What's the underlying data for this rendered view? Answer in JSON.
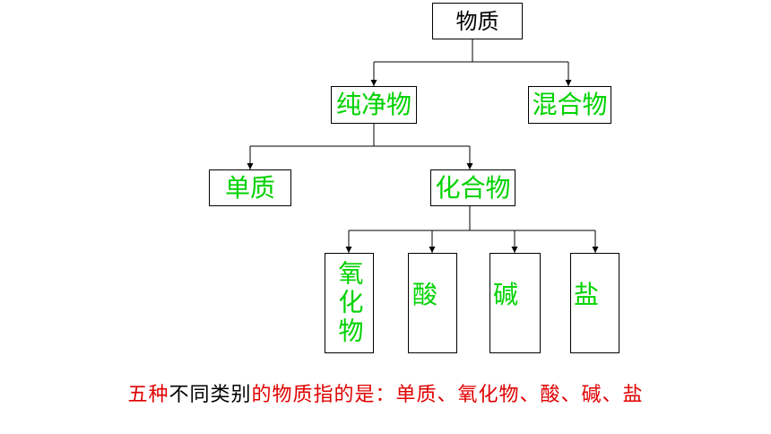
{
  "nodes": {
    "root": "物质",
    "pure": "纯净物",
    "mixture": "混合物",
    "element": "单质",
    "compound": "化合物",
    "oxide": "氧化物",
    "acid": "酸",
    "base": "碱",
    "salt": "盐"
  },
  "caption": {
    "part1": "五种",
    "part2": "不同类别",
    "part3": "的物质指的是：单质、氧化物、酸、碱、盐"
  },
  "colors": {
    "node_text_green": "#00d200",
    "caption_red": "#e00000",
    "line": "#000000"
  }
}
